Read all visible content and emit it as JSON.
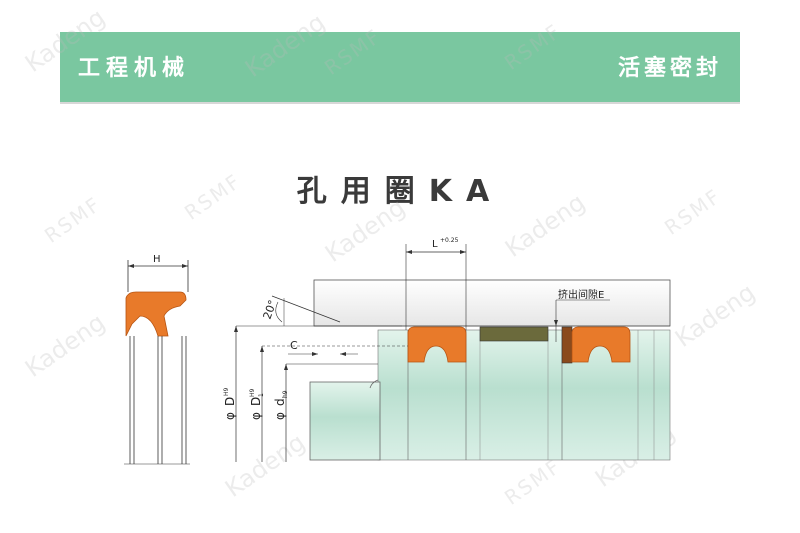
{
  "header": {
    "left_label": "工程机械",
    "right_label": "活塞密封"
  },
  "title": "孔用圈KA",
  "diagram": {
    "label_H": "H",
    "label_L": "L",
    "label_L_tol": "+0.25",
    "label_angle": "20°",
    "label_C": "C",
    "label_gap": "挤出间隙E",
    "label_D": "D",
    "label_D_tol": "H9",
    "label_D1": "D",
    "label_D1_sub": "1",
    "label_D1_tol": "H9",
    "label_d": "d",
    "label_d_tol": "h9",
    "phi": "φ"
  },
  "watermarks": [
    "Kadeng",
    "RSMF"
  ],
  "colors": {
    "banner": "#7ac7a0",
    "seal": "#e87a2a",
    "piston": "#cfe9df",
    "backup_ring": "#6b6a3c",
    "backup_ring_dark": "#8a4a1c"
  }
}
